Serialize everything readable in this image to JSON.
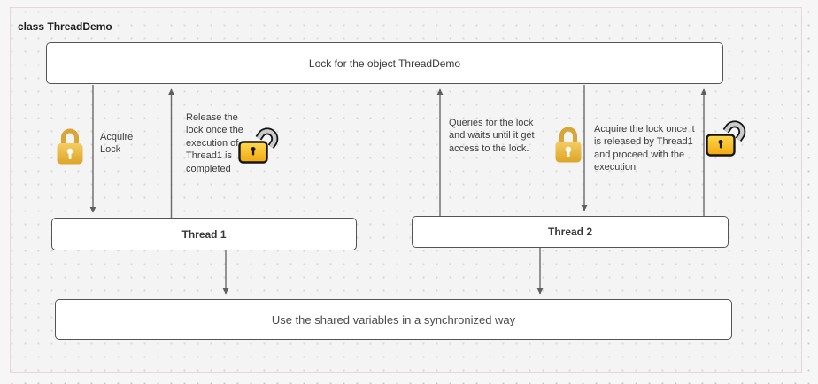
{
  "diagram": {
    "class_label": "class ThreadDemo",
    "nodes": {
      "lock": {
        "label": "Lock for the object ThreadDemo"
      },
      "thread1": {
        "label": "Thread 1"
      },
      "thread2": {
        "label": "Thread 2"
      },
      "shared": {
        "label": "Use the shared variables in a synchronized way"
      }
    },
    "annotations": {
      "acquire_lock": "Acquire Lock",
      "release_lock": "Release the lock once the execution of Thread1 is completed",
      "queries_lock": "Queries for the lock and waits until it get access to the lock.",
      "acquire_after_release": "Acquire the lock once it is released by Thread1 and proceed with the execution"
    },
    "icons": {
      "closed_lock": {
        "name": "closed-lock-icon",
        "glyph": "🔒",
        "count": 2
      },
      "open_lock": {
        "name": "open-lock-icon",
        "glyph": "🔓",
        "count": 2
      }
    },
    "colors": {
      "closed_lock_gold": "#e3ab32",
      "closed_lock_gold_light": "#f4cd62",
      "open_lock_yellow": "#ffd34d",
      "open_lock_orange": "#f2a70f",
      "open_lock_shackle_gray": "#c9c9c9",
      "arrow_gray": "#666666",
      "node_border": "#545454",
      "node_fill": "#ffffff",
      "container_border_pink": "#e8d6dc",
      "canvas_gray": "#f3f3f3",
      "grid_dot": "#c9c9c9"
    }
  }
}
